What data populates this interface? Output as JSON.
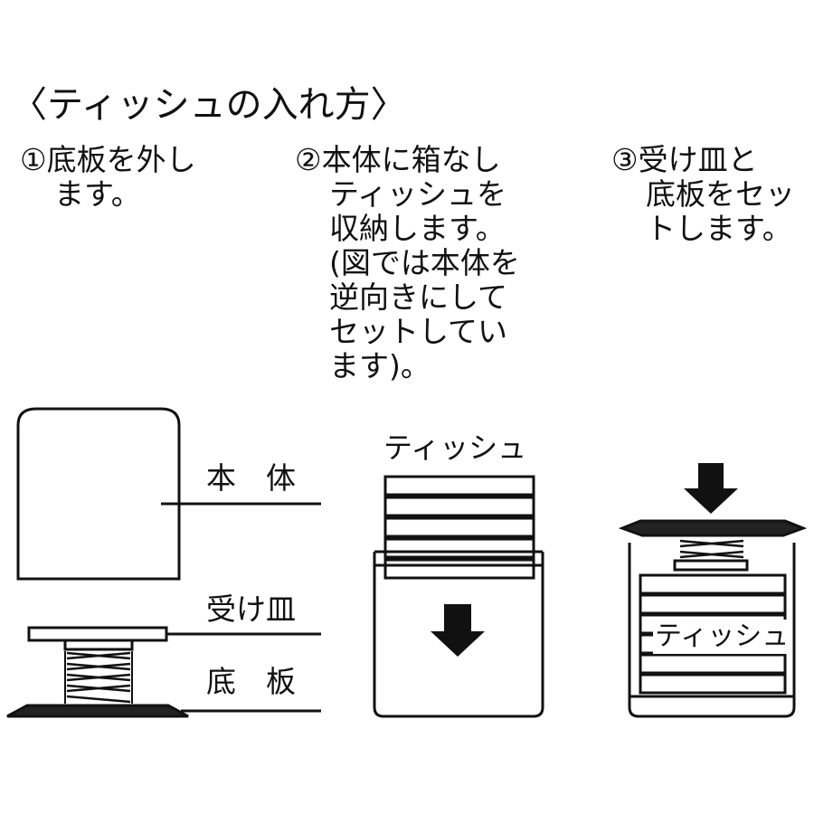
{
  "title": "〈ティッシュの入れ方〉",
  "steps": [
    {
      "number": "①",
      "lines": [
        "底板を外し",
        "ます。"
      ]
    },
    {
      "number": "②",
      "lines": [
        "本体に箱なし",
        "ティッシュを",
        "収納します。",
        "(図では本体を",
        "逆向きにして",
        "セットしてい",
        "ます)。"
      ]
    },
    {
      "number": "③",
      "lines": [
        "受け皿と",
        "底板をセッ",
        "トします。"
      ]
    }
  ],
  "diagram1": {
    "label_body": "本　体",
    "label_tray": "受け皿",
    "label_base": "底　板"
  },
  "diagram2": {
    "label_tissue": "ティッシュ"
  },
  "diagram3": {
    "label_tissue": "ティッシュ"
  },
  "colors": {
    "ink": "#111111",
    "paper": "#ffffff",
    "base_fill": "#222222"
  }
}
